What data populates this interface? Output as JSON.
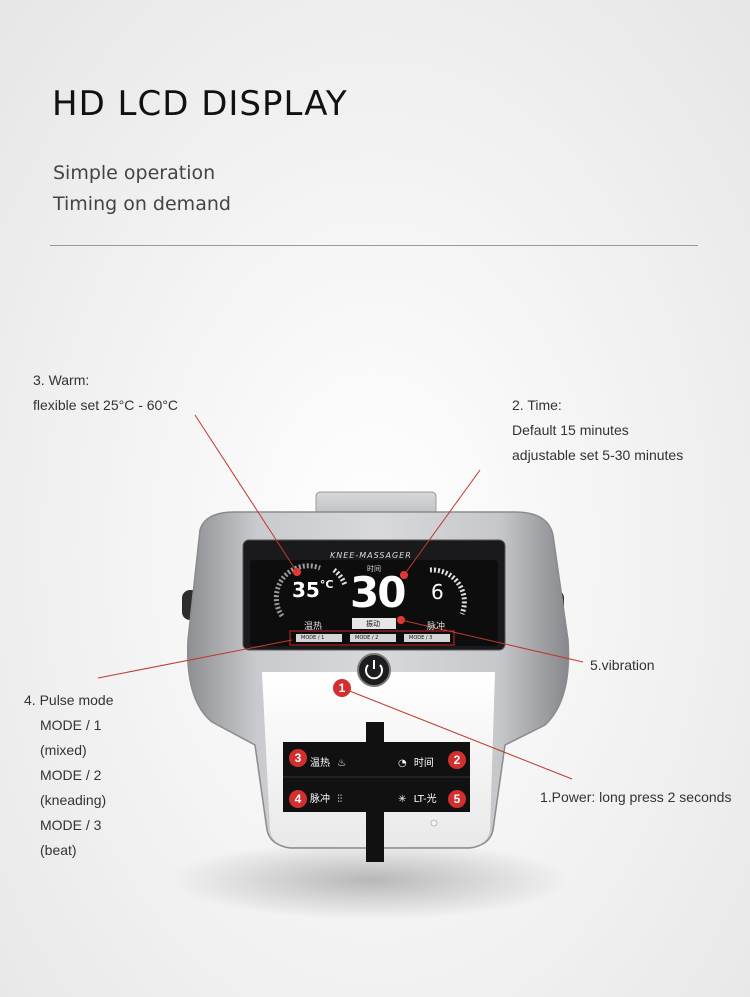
{
  "heading": {
    "title": "HD LCD DISPLAY",
    "subtitle_1": "Simple operation",
    "subtitle_2": "Timing on demand"
  },
  "callouts": {
    "warm_title": "3. Warm:",
    "warm_detail": "flexible set  25°C - 60°C",
    "time_title": "2. Time:",
    "time_default": "Default 15 minutes",
    "time_range": "adjustable set  5-30 minutes",
    "vibration": "5.vibration",
    "power": "1.Power: long press 2 seconds",
    "pulse_title": "4. Pulse mode",
    "pulse_modes": [
      "MODE / 1",
      "(mixed)",
      "MODE / 2",
      "(kneading)",
      "MODE / 3",
      "(beat)"
    ]
  },
  "device": {
    "brand": "KNEE-MASSAGER",
    "temp_value": "35",
    "temp_unit": "°C",
    "temp_label": "温热",
    "time_label": "时间",
    "time_value": "30",
    "pulse_value": "6",
    "pulse_label": "脉冲",
    "vibration_label": "振动",
    "mode_buttons": [
      "MODE / 1",
      "MODE / 2",
      "MODE / 3"
    ],
    "button_labels": {
      "warm": "温热",
      "time": "时间",
      "pulse": "脉冲",
      "light": "LT-光"
    },
    "badges": [
      "1",
      "2",
      "3",
      "4",
      "5"
    ]
  },
  "colors": {
    "callout_line": "#c0392b",
    "badge": "#d32f2f",
    "indicator": "#e53935"
  }
}
